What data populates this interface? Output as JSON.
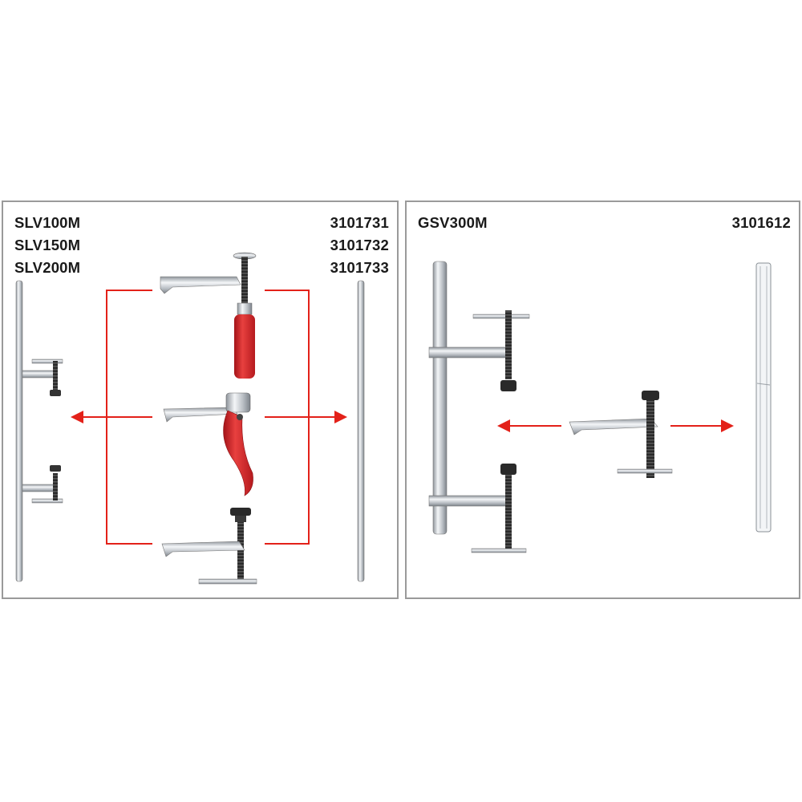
{
  "left_panel": {
    "models": [
      "SLV100M",
      "SLV150M",
      "SLV200M"
    ],
    "codes": [
      "3101731",
      "3101732",
      "3101733"
    ]
  },
  "right_panel": {
    "models": [
      "GSV300M"
    ],
    "codes": [
      "3101612"
    ]
  },
  "colors": {
    "panel_border": "#9a9a9a",
    "arrow_red": "#e32119",
    "handle_red": "#d8262a",
    "steel": "#c7cbd0",
    "dark_metal": "#2a2a2a"
  },
  "icons": [
    "clamp-rail-icon",
    "screw-clamp-icon",
    "lever-clamp-icon",
    "t-handle-clamp-icon",
    "arrow-left-icon",
    "arrow-right-icon"
  ]
}
